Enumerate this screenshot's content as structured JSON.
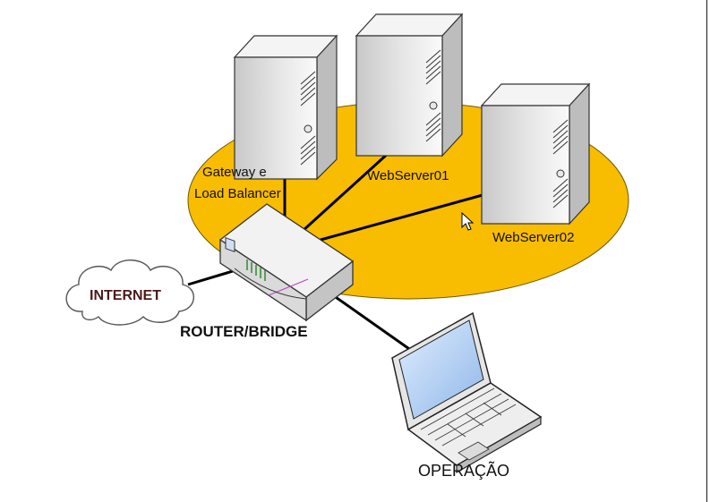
{
  "labels": {
    "gateway_line1": "Gateway e",
    "gateway_line2": "Load Balancer",
    "webserver01": "WebServer01",
    "webserver02": "WebServer02",
    "internet": "INTERNET",
    "router": "ROUTER/BRIDGE",
    "operacao": "OPERAÇÃO"
  },
  "colors": {
    "cluster_fill": "#f8bc00",
    "cluster_stroke": "#6b5a00",
    "server_light": "#efefef",
    "server_shade": "#c9c9c9",
    "link": "#000000",
    "internet_text": "#4a1a1a"
  },
  "icons": [
    "server-icon",
    "router-icon",
    "cloud-icon",
    "laptop-icon",
    "mouse-cursor-icon"
  ]
}
